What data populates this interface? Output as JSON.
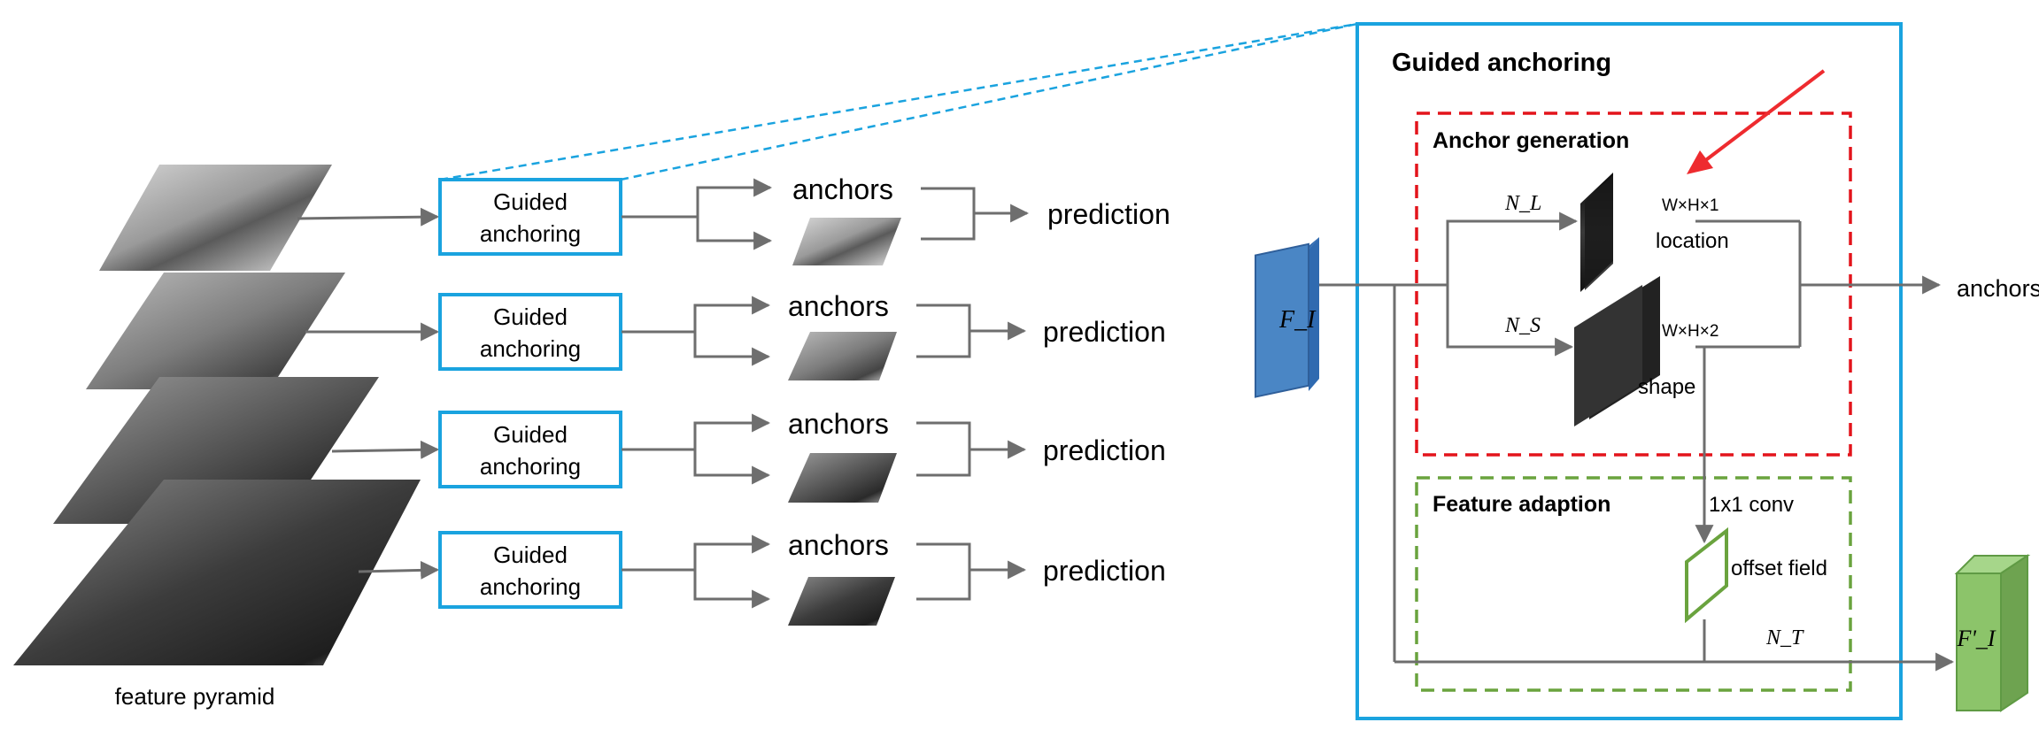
{
  "pyramid_label": "feature pyramid",
  "rows": [
    {
      "ga_label_1": "Guided",
      "ga_label_2": "anchoring",
      "anchors_label": "anchors",
      "prediction_label": "prediction"
    },
    {
      "ga_label_1": "Guided",
      "ga_label_2": "anchoring",
      "anchors_label": "anchors",
      "prediction_label": "prediction"
    },
    {
      "ga_label_1": "Guided",
      "ga_label_2": "anchoring",
      "anchors_label": "anchors",
      "prediction_label": "prediction"
    },
    {
      "ga_label_1": "Guided",
      "ga_label_2": "anchoring",
      "anchors_label": "anchors",
      "prediction_label": "prediction"
    }
  ],
  "detail": {
    "title": "Guided anchoring",
    "anchor_generation_title": "Anchor generation",
    "feature_adaption_title": "Feature adaption",
    "input_label": "F_I",
    "output_label": "F'_I",
    "n_l": "N_L",
    "n_s": "N_S",
    "n_t": "N_T",
    "loc_dim": "W×H×1",
    "shape_dim": "W×H×2",
    "location_label": "location",
    "shape_label": "shape",
    "conv_label": "1x1 conv",
    "offset_label": "offset field",
    "anchors_out_label": "anchors"
  },
  "colors": {
    "cyan": "#1aa3df",
    "red_dashed": "#e3141b",
    "green_dashed": "#6aa33e",
    "arrow_gray": "#6e6e6e",
    "input_block": "#4a86c5",
    "output_block": "#8cc46a",
    "red_arrow": "#ee2b2f"
  }
}
